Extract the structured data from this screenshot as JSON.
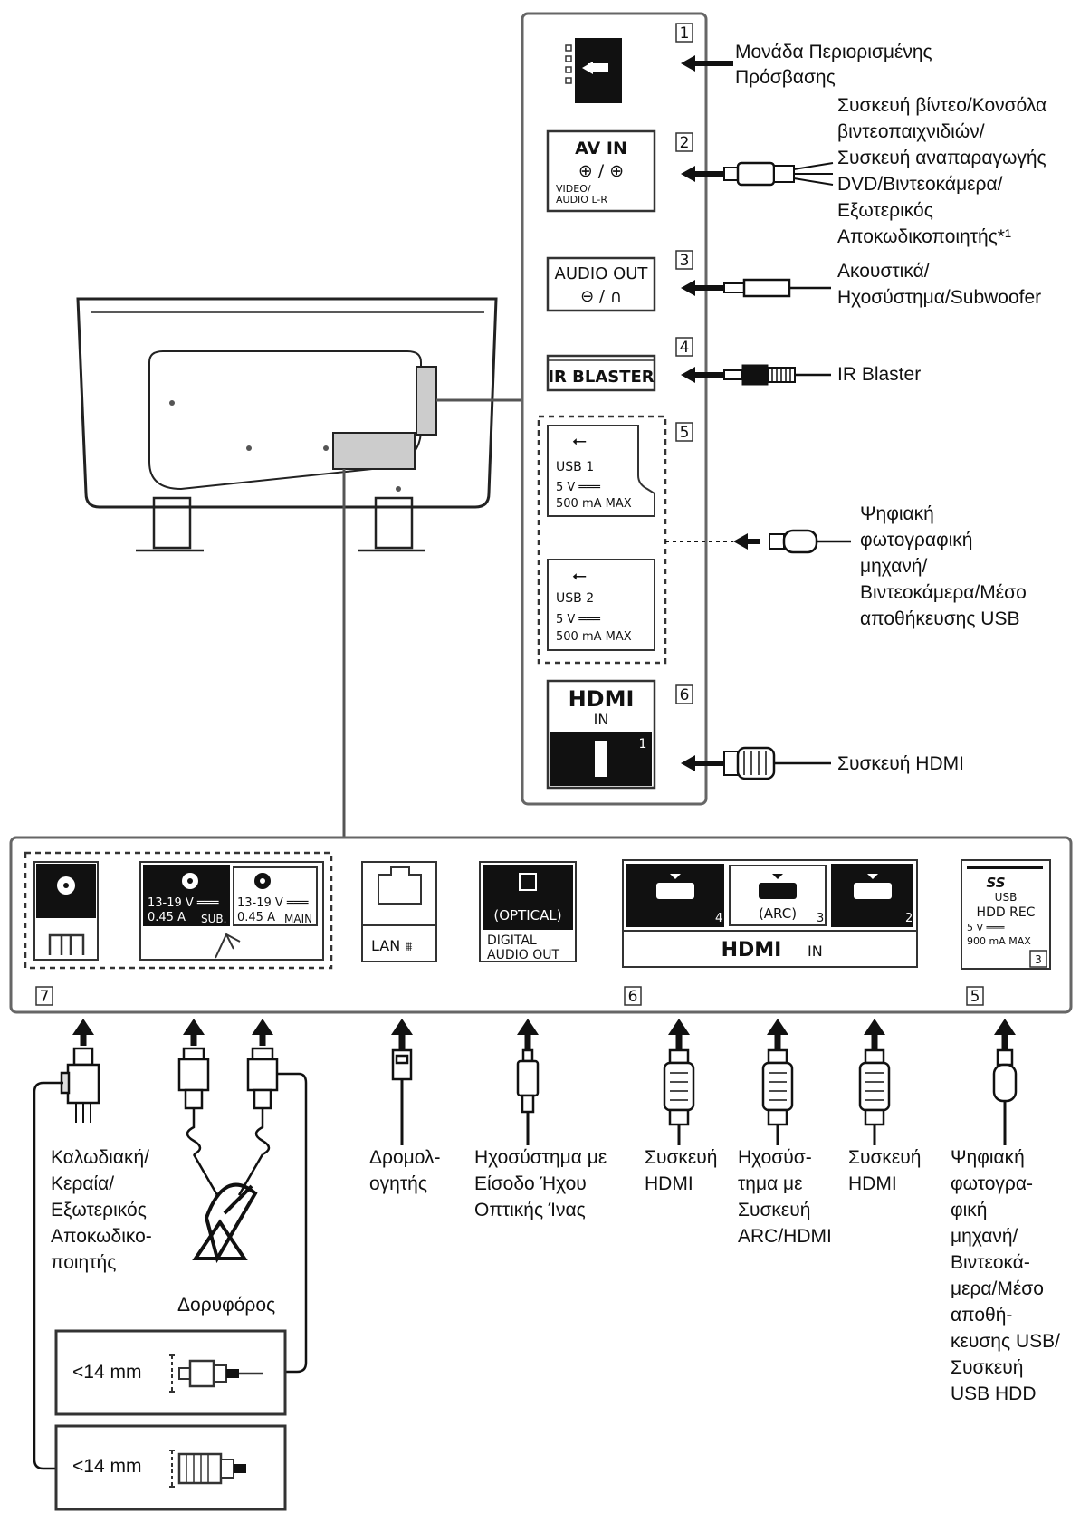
{
  "side_panel": {
    "items": [
      {
        "number": "1",
        "label_lines": [
          "Μονάδα Περιορισμένης",
          "Πρόσβασης"
        ]
      },
      {
        "number": "2",
        "port_title": "AV IN",
        "port_sub": [
          "VIDEO/",
          "AUDIO L-R"
        ],
        "label_lines": [
          "Συσκευή βίντεο/Κονσόλα",
          "βιντεοπαιχνιδιών/",
          "Συσκευή αναπαραγωγής",
          "DVD/Βιντεοκάμερα/",
          "Εξωτερικός",
          "Αποκωδικοποιητής*¹"
        ]
      },
      {
        "number": "3",
        "port_title": "AUDIO OUT",
        "label_lines": [
          "Ακουστικά/",
          "Ηχοσύστημα/Subwoofer"
        ]
      },
      {
        "number": "4",
        "port_title": "IR BLASTER",
        "label_lines": [
          "IR Blaster"
        ]
      },
      {
        "number": "5",
        "usb1": [
          "USB 1",
          "5 V ═══",
          "500 mA MAX"
        ],
        "usb2": [
          "USB 2",
          "5 V ═══",
          "500 mA MAX"
        ],
        "label_lines": [
          "Ψηφιακή",
          "φωτογραφική",
          "μηχανή/",
          "Βιντεοκάμερα/Μέσο",
          "αποθήκευσης USB"
        ]
      },
      {
        "number": "6",
        "port_title": "HDMI",
        "port_sub": "IN",
        "port_index": "1",
        "label_lines": [
          "Συσκευή HDMI"
        ]
      }
    ]
  },
  "bottom_panel": {
    "antenna": {
      "number": "7",
      "sat_sub": [
        "13-19 V ═══",
        "0.45 A"
      ],
      "sat_sub_tag": "SUB.",
      "sat_main": [
        "13-19 V ═══",
        "0.45 A"
      ],
      "sat_main_tag": "MAIN"
    },
    "lan": {
      "label": "LAN"
    },
    "optical": {
      "tag": "(OPTICAL)",
      "lines": [
        "DIGITAL",
        "AUDIO OUT"
      ]
    },
    "hdmi": {
      "number": "6",
      "ports": [
        "4",
        "3",
        "2"
      ],
      "arc": "(ARC)",
      "logo": "HDMI",
      "in": "IN"
    },
    "usb3": {
      "number": "5",
      "lines": [
        "SS",
        "USB",
        "HDD REC",
        "5 V ═══",
        "900 mA MAX"
      ],
      "index": "3"
    }
  },
  "bottom_labels": {
    "cable": [
      "Καλωδιακή/",
      "Κεραία/",
      "Εξωτερικός",
      "Αποκωδικο-",
      "ποιητής"
    ],
    "satellite": "Δορυφόρος",
    "router": [
      "Δρομολ-",
      "ογητής"
    ],
    "optical": [
      "Ηχοσύστημα με",
      "Είσοδο Ήχου",
      "Οπτικής Ίνας"
    ],
    "hdmi4": [
      "Συσκευή",
      "HDMI"
    ],
    "arc": [
      "Ηχοσύσ-",
      "τημα με",
      "Συσκευή",
      "ARC/HDMI"
    ],
    "hdmi2": [
      "Συσκευή",
      "HDMI"
    ],
    "usb": [
      "Ψηφιακή",
      "φωτογρα-",
      "φική",
      "μηχανή/",
      "Βιντεοκά-",
      "μερα/Μέσο",
      "αποθή-",
      "κευσης USB/",
      "Συσκευή",
      "USB HDD"
    ]
  },
  "notes": [
    {
      "text": "<14 mm"
    },
    {
      "text": "<14 mm"
    }
  ]
}
